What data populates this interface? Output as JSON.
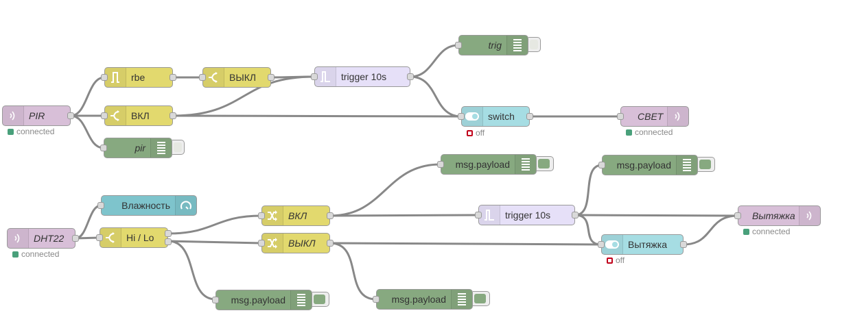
{
  "colors": {
    "mqtt": "#d8bfd8",
    "function": "#e2d96e",
    "trigger": "#e6e0f8",
    "debug": "#87a980",
    "dashboard": "#7ec4cc",
    "switch_node": "#a6dde3",
    "status_connected": "#49a07b",
    "status_off": "#c0001a",
    "wire": "#888888"
  },
  "nodes": {
    "pir_in": {
      "label": "PIR",
      "icon": "mqtt-in-icon",
      "status": "connected"
    },
    "rbe": {
      "label": "rbe",
      "icon": "rbe-icon"
    },
    "vykl_top": {
      "label": "ВЫКЛ",
      "icon": "change-icon"
    },
    "vkl_top": {
      "label": "ВКЛ",
      "icon": "change-icon"
    },
    "pir_debug": {
      "label": "pir",
      "icon": "debug-icon"
    },
    "trigger_top": {
      "label": "trigger 10s",
      "icon": "trigger-icon"
    },
    "trig_debug": {
      "label": "trig",
      "icon": "debug-icon"
    },
    "switch_top": {
      "label": "switch",
      "icon": "toggle-icon",
      "status": "off"
    },
    "svet_out": {
      "label": "СВЕТ",
      "icon": "mqtt-out-icon",
      "status": "connected"
    },
    "dht_in": {
      "label": "DHT22",
      "icon": "mqtt-in-icon",
      "status": "connected"
    },
    "humidity_gauge": {
      "label": "Влажность",
      "icon": "gauge-icon"
    },
    "hilo": {
      "label": "Hi / Lo",
      "icon": "switch-icon"
    },
    "vkl_bottom": {
      "label": "ВКЛ",
      "icon": "shuffle-icon"
    },
    "vykl_bottom": {
      "label": "ВЫКЛ",
      "icon": "shuffle-icon"
    },
    "debug_mid_top": {
      "label": "msg.payload",
      "icon": "debug-icon"
    },
    "trigger_bottom": {
      "label": "trigger 10s",
      "icon": "trigger-icon"
    },
    "debug_right_top": {
      "label": "msg.payload",
      "icon": "debug-icon"
    },
    "switch_bottom": {
      "label": "Вытяжка",
      "icon": "toggle-icon",
      "status": "off"
    },
    "vytyazhka_out": {
      "label": "Вытяжка",
      "icon": "mqtt-out-icon",
      "status": "connected"
    },
    "debug_bottom_left": {
      "label": "msg.payload",
      "icon": "debug-icon"
    },
    "debug_bottom_right": {
      "label": "msg.payload",
      "icon": "debug-icon"
    }
  }
}
